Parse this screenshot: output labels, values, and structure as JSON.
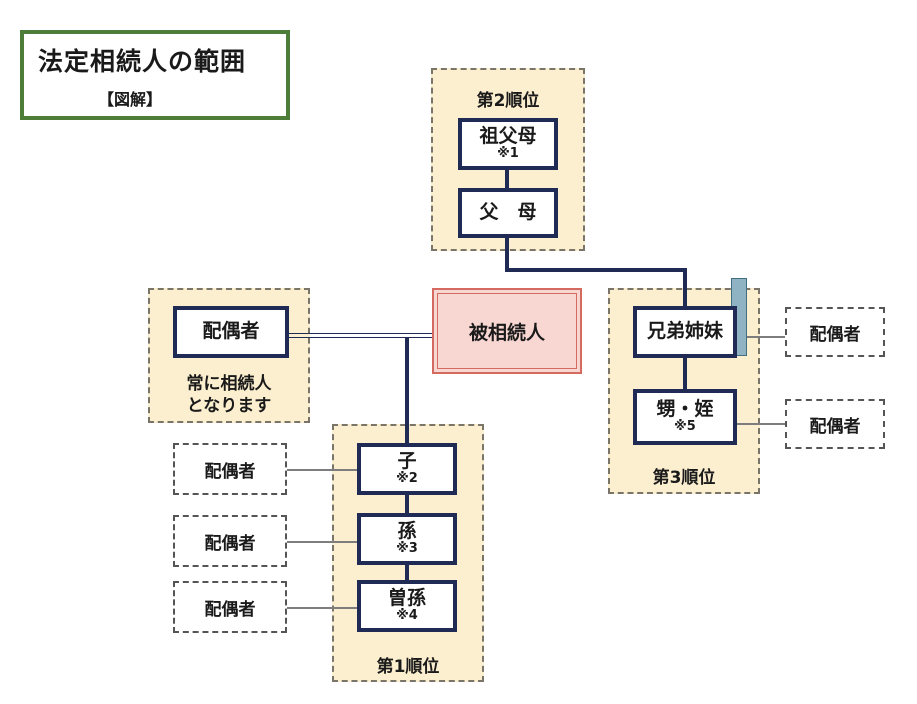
{
  "title": {
    "main": "法定相続人の範囲",
    "sub": "【図解】"
  },
  "deceased": {
    "label": "被相続人"
  },
  "spouse_main": {
    "label": "配偶者",
    "caption_line1": "常に相続人",
    "caption_line2": "となります"
  },
  "group2": {
    "label": "第2順位",
    "grandparents": "祖父母",
    "grandparents_note": "※1",
    "parents": "父　母"
  },
  "group3": {
    "label": "第3順位",
    "siblings": "兄弟姉妹",
    "nephews": "甥・姪",
    "nephews_note": "※5"
  },
  "group1": {
    "label": "第1順位",
    "child": "子",
    "child_note": "※2",
    "grandchild": "孫",
    "grandchild_note": "※3",
    "great_grandchild": "曽孫",
    "great_grandchild_note": "※4"
  },
  "spouse_others": {
    "siblings_spouse": "配偶者",
    "nephews_spouse": "配偶者",
    "child_spouse": "配偶者",
    "grandchild_spouse": "配偶者",
    "great_grandchild_spouse": "配偶者"
  },
  "colors": {
    "panel": "#fcefcf",
    "node_border": "#1f2a55",
    "deceased_fill": "#f8d7d3",
    "title_border": "#4e7d3a"
  }
}
